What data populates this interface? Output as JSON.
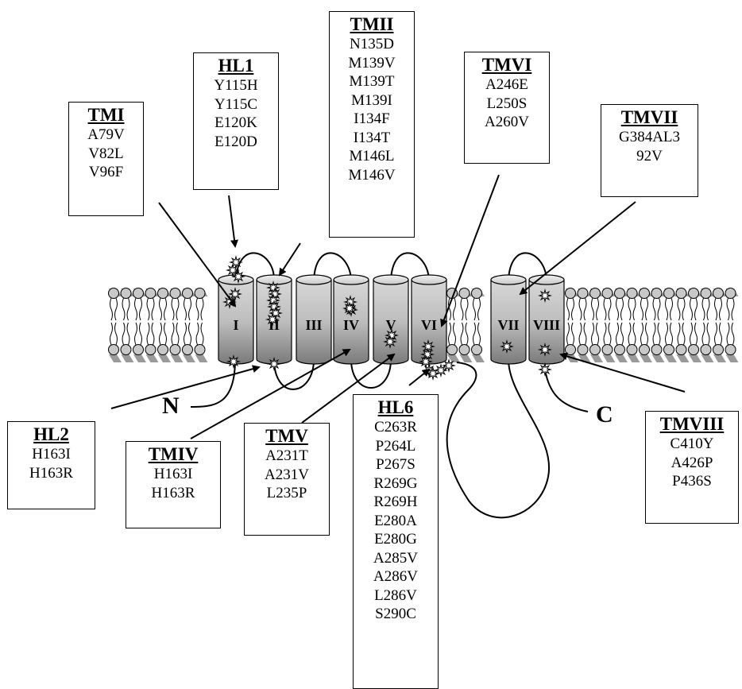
{
  "helix_labels": [
    "I",
    "II",
    "III",
    "IV",
    "V",
    "VI",
    "VII",
    "VIII"
  ],
  "terminal_labels": {
    "n": "N",
    "c": "C"
  },
  "boxes": {
    "tmi": {
      "title": "TMI",
      "items": [
        "A79V",
        "V82L",
        "V96F"
      ]
    },
    "hl1": {
      "title": "HL1",
      "items": [
        "Y115H",
        "Y115C",
        "E120K",
        "E120D"
      ]
    },
    "tmii": {
      "title": "TMII",
      "items": [
        "N135D",
        "M139V",
        "M139T",
        "M139I",
        "I134F",
        "I134T",
        "M146L",
        "M146V"
      ]
    },
    "tmvi": {
      "title": "TMVI",
      "items": [
        "A246E",
        "L250S",
        "A260V"
      ]
    },
    "tmvii": {
      "title": "TMVII",
      "items": [
        "G384AL3",
        "92V"
      ]
    },
    "hl2": {
      "title": "HL2",
      "items": [
        "H163I",
        "H163R"
      ]
    },
    "tmiv": {
      "title": "TMIV",
      "items": [
        "H163I",
        "H163R"
      ]
    },
    "tmv": {
      "title": "TMV",
      "items": [
        "A231T",
        "A231V",
        "L235P"
      ]
    },
    "hl6": {
      "title": "HL6",
      "items": [
        "C263R",
        "P264L",
        "P267S",
        "R269G",
        "R269H",
        "E280A",
        "E280G",
        "A285V",
        "A286V",
        "L286V",
        "S290C"
      ]
    },
    "tmviii": {
      "title": "TMVIII",
      "items": [
        "C410Y",
        "A426P",
        "P436S"
      ]
    }
  }
}
